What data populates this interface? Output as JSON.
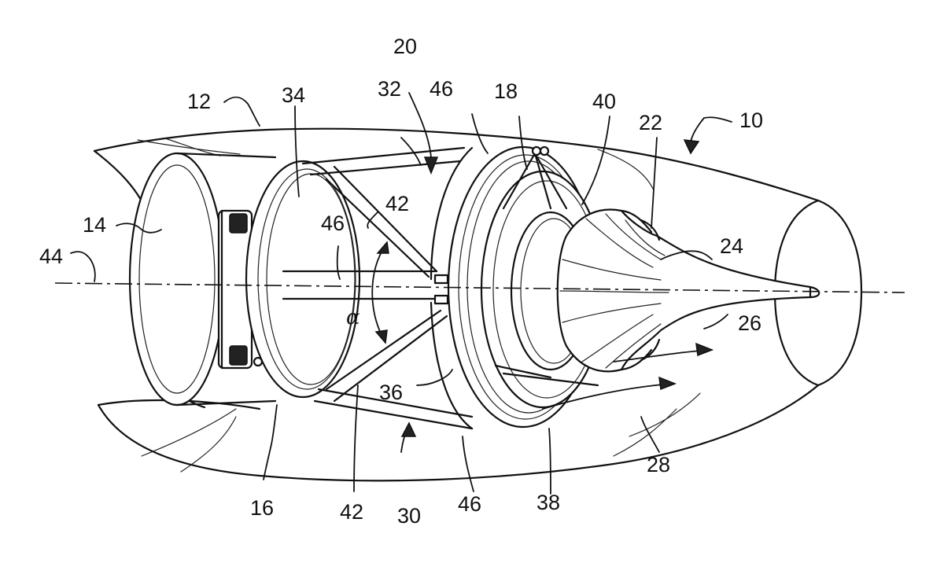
{
  "figure": {
    "reference_numerals": {
      "n10": "10",
      "n12": "12",
      "n14": "14",
      "n16": "16",
      "n18": "18",
      "n20": "20",
      "n22": "22",
      "n24": "24",
      "n26": "26",
      "n28": "28",
      "n30": "30",
      "n32": "32",
      "n34": "34",
      "n36": "36",
      "n38": "38",
      "n40": "40",
      "n42_top": "42",
      "n42_bottom": "42",
      "n44": "44",
      "n46_top": "46",
      "n46_middle": "46",
      "n46_bottom": "46"
    },
    "angle_symbol": "α"
  }
}
